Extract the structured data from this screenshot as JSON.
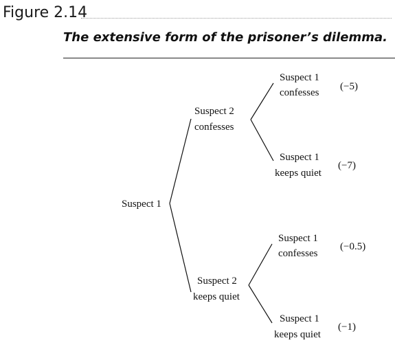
{
  "figure_label": "Figure 2.14",
  "title": "The extensive form of the prisoner’s dilemma.",
  "tree": {
    "root": "Suspect 1",
    "level1": [
      {
        "line1": "Suspect 2",
        "line2": "confesses"
      },
      {
        "line1": "Suspect 2",
        "line2": "keeps quiet"
      }
    ],
    "leaves": [
      {
        "line1": "Suspect 1",
        "line2": "confesses",
        "payoff": "(−5)"
      },
      {
        "line1": "Suspect 1",
        "line2": "keeps quiet",
        "payoff": "(−7)"
      },
      {
        "line1": "Suspect 1",
        "line2": "confesses",
        "payoff": "(−0.5)"
      },
      {
        "line1": "Suspect 1",
        "line2": "keeps quiet",
        "payoff": "(−1)"
      }
    ]
  }
}
